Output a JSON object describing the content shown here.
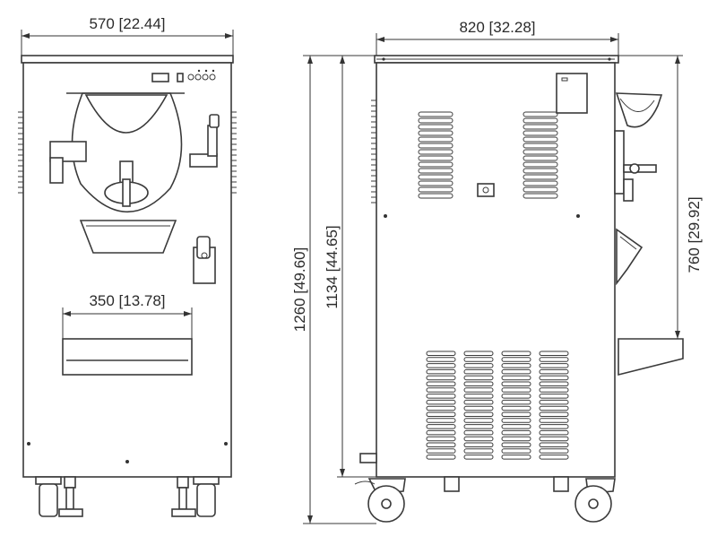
{
  "dimensions": {
    "front_width": "570 [22.44]",
    "side_depth": "820 [32.28]",
    "inner_width": "350 [13.78]",
    "total_height": "1260 [49.60]",
    "body_height": "1134 [44.65]",
    "spout_height": "760 [29.92]"
  },
  "colors": {
    "line": "#3a3a3a",
    "background": "#ffffff"
  }
}
